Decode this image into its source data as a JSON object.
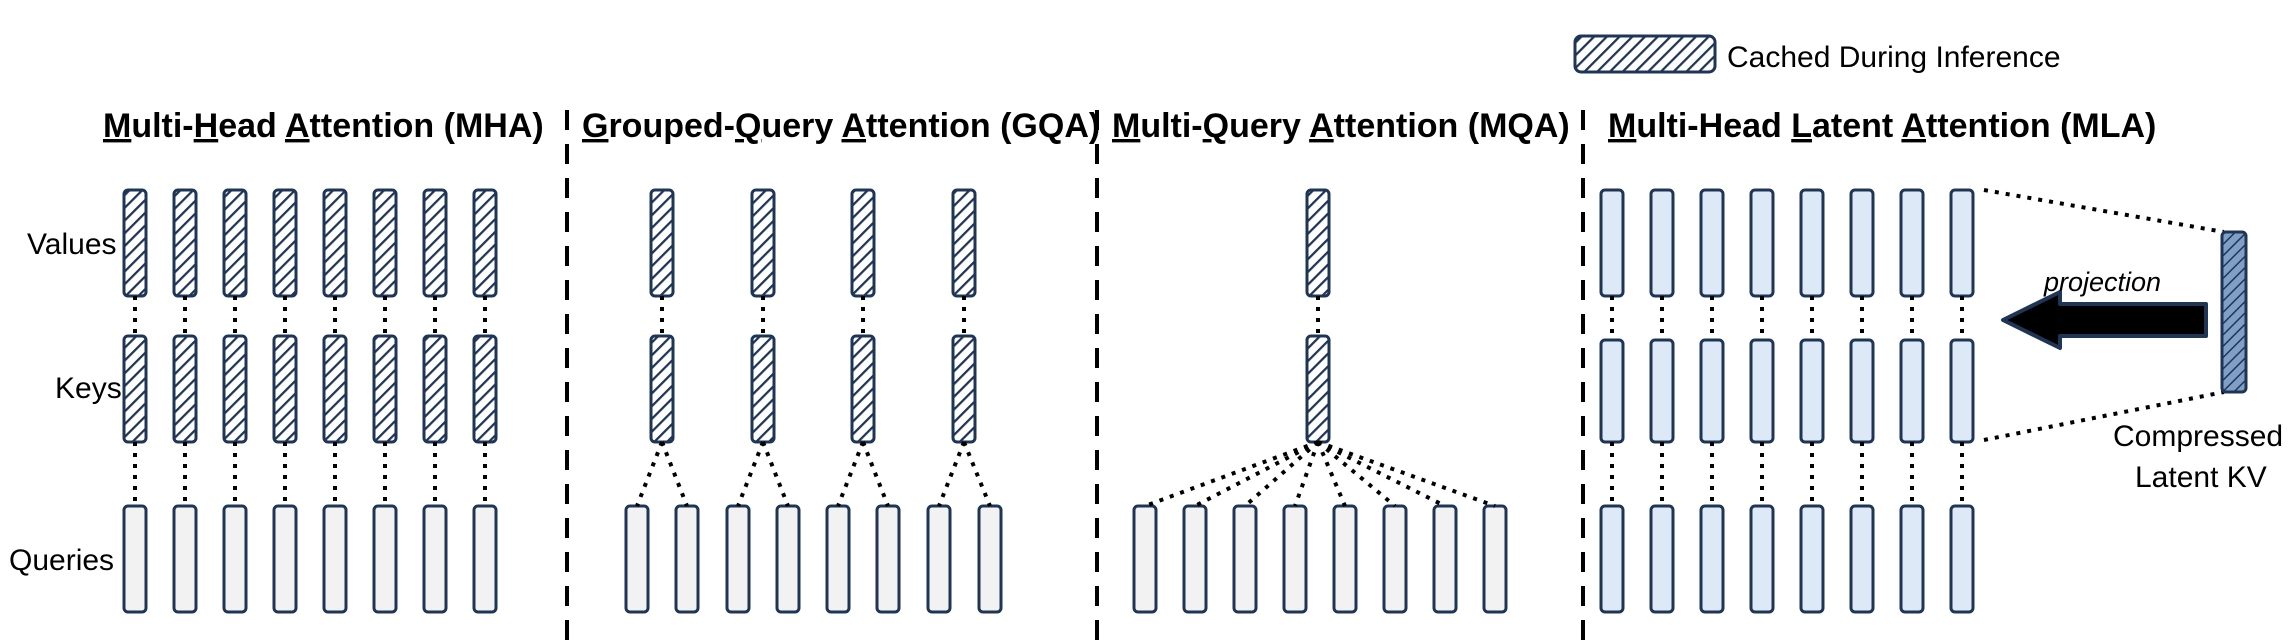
{
  "legend": {
    "label": "Cached During Inference"
  },
  "row_labels": {
    "values": "Values",
    "keys": "Keys",
    "queries": "Queries"
  },
  "panels": [
    {
      "id": "mha",
      "title_parts": [
        {
          "t": "M",
          "u": true
        },
        {
          "t": "ulti-",
          "u": false
        },
        {
          "t": "H",
          "u": true
        },
        {
          "t": "ead ",
          "u": false
        },
        {
          "t": "A",
          "u": true
        },
        {
          "t": "ttention (MHA)",
          "u": false
        }
      ],
      "title": "Multi-Head Attention (MHA)",
      "heads": 8,
      "kv_heads": 8
    },
    {
      "id": "gqa",
      "title_parts": [
        {
          "t": "G",
          "u": true
        },
        {
          "t": "rouped-",
          "u": false
        },
        {
          "t": "Q",
          "u": true
        },
        {
          "t": "uery ",
          "u": false
        },
        {
          "t": "A",
          "u": true
        },
        {
          "t": "ttention (GQA)",
          "u": false
        }
      ],
      "title": "Grouped-Query Attention (GQA)",
      "heads": 8,
      "kv_heads": 4
    },
    {
      "id": "mqa",
      "title_parts": [
        {
          "t": "M",
          "u": true
        },
        {
          "t": "ulti-",
          "u": false
        },
        {
          "t": "Q",
          "u": true
        },
        {
          "t": "uery ",
          "u": false
        },
        {
          "t": "A",
          "u": true
        },
        {
          "t": "ttention (MQA)",
          "u": false
        }
      ],
      "title": "Multi-Query Attention (MQA)",
      "heads": 8,
      "kv_heads": 1
    },
    {
      "id": "mla",
      "title_parts": [
        {
          "t": "M",
          "u": true
        },
        {
          "t": "ulti-Head ",
          "u": false
        },
        {
          "t": "L",
          "u": true
        },
        {
          "t": "atent ",
          "u": false
        },
        {
          "t": "A",
          "u": true
        },
        {
          "t": "ttention (MLA)",
          "u": false
        }
      ],
      "title": "Multi-Head Latent Attention (MLA)",
      "heads": 8,
      "kv_heads": 8
    }
  ],
  "mla": {
    "projection_label": "projection",
    "latent_line1": "Compressed",
    "latent_line2": "Latent KV"
  },
  "colors": {
    "stroke": "#1f3556",
    "query_fill": "#f2f2f2",
    "mla_fill": "#dde9f7",
    "latent_fill": "#7f9fc6",
    "hatch_bg": "#ffffff"
  }
}
